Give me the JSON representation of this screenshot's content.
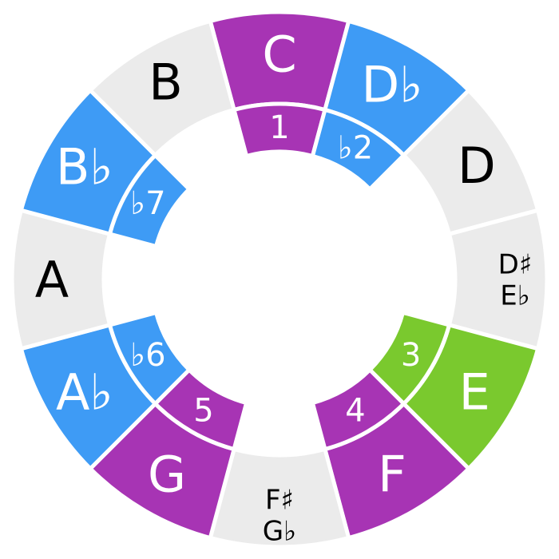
{
  "colors": {
    "purple": "#A734B4",
    "blue": "#3E9BF5",
    "green": "#7AC92E",
    "grey": "#EBEBEB",
    "text_on_color": "#FFFFFF",
    "text_on_grey": "#000000",
    "separator": "#FFFFFF"
  },
  "notes": [
    {
      "key": "c",
      "lines": [
        "C"
      ],
      "color": "purple",
      "degree": "1"
    },
    {
      "key": "db",
      "lines": [
        "D♭"
      ],
      "color": "blue",
      "degree": "♭2"
    },
    {
      "key": "d",
      "lines": [
        "D"
      ],
      "color": "grey",
      "degree": null
    },
    {
      "key": "ds",
      "lines": [
        "D♯",
        "E♭"
      ],
      "color": "grey",
      "degree": null
    },
    {
      "key": "e",
      "lines": [
        "E"
      ],
      "color": "green",
      "degree": "3"
    },
    {
      "key": "f",
      "lines": [
        "F"
      ],
      "color": "purple",
      "degree": "4"
    },
    {
      "key": "fs",
      "lines": [
        "F♯",
        "G♭"
      ],
      "color": "grey",
      "degree": null
    },
    {
      "key": "g",
      "lines": [
        "G"
      ],
      "color": "purple",
      "degree": "5"
    },
    {
      "key": "ab",
      "lines": [
        "A♭"
      ],
      "color": "blue",
      "degree": "♭6"
    },
    {
      "key": "a",
      "lines": [
        "A"
      ],
      "color": "grey",
      "degree": null
    },
    {
      "key": "bb",
      "lines": [
        "B♭"
      ],
      "color": "blue",
      "degree": "♭7"
    },
    {
      "key": "b",
      "lines": [
        "B"
      ],
      "color": "grey",
      "degree": null
    }
  ]
}
